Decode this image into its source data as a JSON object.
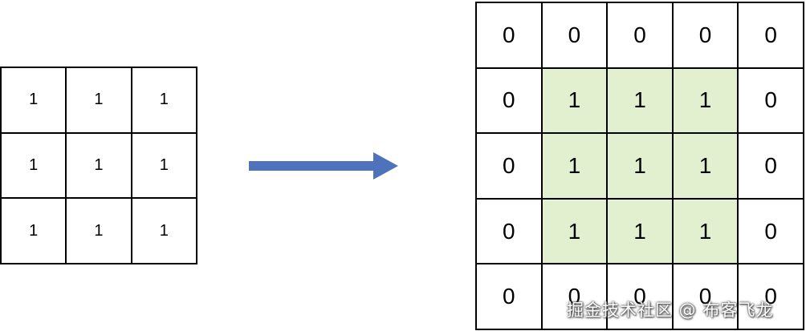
{
  "input_matrix": {
    "rows": [
      [
        "1",
        "1",
        "1"
      ],
      [
        "1",
        "1",
        "1"
      ],
      [
        "1",
        "1",
        "1"
      ]
    ]
  },
  "output_matrix": {
    "highlight_color": "#e2f0d0",
    "rows": [
      [
        "0",
        "0",
        "0",
        "0",
        "0"
      ],
      [
        "0",
        "1",
        "1",
        "1",
        "0"
      ],
      [
        "0",
        "1",
        "1",
        "1",
        "0"
      ],
      [
        "0",
        "1",
        "1",
        "1",
        "0"
      ],
      [
        "0",
        "0",
        "0",
        "0",
        "0"
      ]
    ]
  },
  "arrow": {
    "color": "#4f72bd",
    "icon": "right-arrow-icon"
  },
  "watermark": {
    "text": "掘金技术社区 @ 布客飞龙"
  }
}
